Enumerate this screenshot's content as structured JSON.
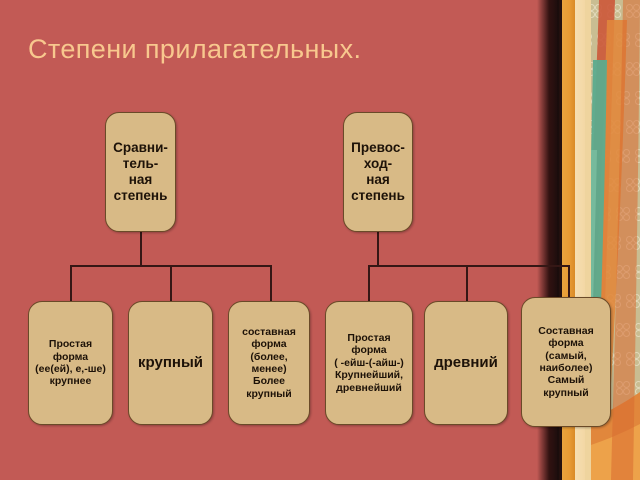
{
  "slide": {
    "title": "Степени прилагательных.",
    "background_color": "#c25a55",
    "box_fill_color": "#d8ba86",
    "box_border_color": "#6a4a28",
    "title_color": "#f8c88e",
    "connector_color": "#351715"
  },
  "tree": {
    "comparative": {
      "label": "Сравни-\nтель-\nная\nстепень",
      "children": [
        {
          "label": "Простая\nформа\n(ее(ей), е,-ше)\nкрупнее",
          "emphasis": false
        },
        {
          "label": "крупный",
          "emphasis": true
        },
        {
          "label": "составная\nформа\n(более,\nменее)\nБолее\nкрупный",
          "emphasis": false
        }
      ]
    },
    "superlative": {
      "label": "Превос-\nход-\nная\nстепень",
      "children": [
        {
          "label": "Простая\nформа\n( -ейш-(-айш-)\nКрупнейший,\nдревнейший",
          "emphasis": false
        },
        {
          "label": "древний",
          "emphasis": true
        },
        {
          "label": "Составная\nформа\n(самый,\nнаиболее)\nСамый\nкрупный",
          "emphasis": false
        }
      ]
    }
  },
  "decoration": {
    "name": "floral-ribbon-border",
    "colors": {
      "khaki_panel": "#c9bd92",
      "orange_ribbon": "#e79a33",
      "cream_ribbon": "#f3d7a4",
      "teal_sweep": "#5cab8e",
      "red_sweep": "#cc5a3c",
      "orange_sweep": "#e1873c",
      "dark_edge": "#23100e"
    }
  }
}
